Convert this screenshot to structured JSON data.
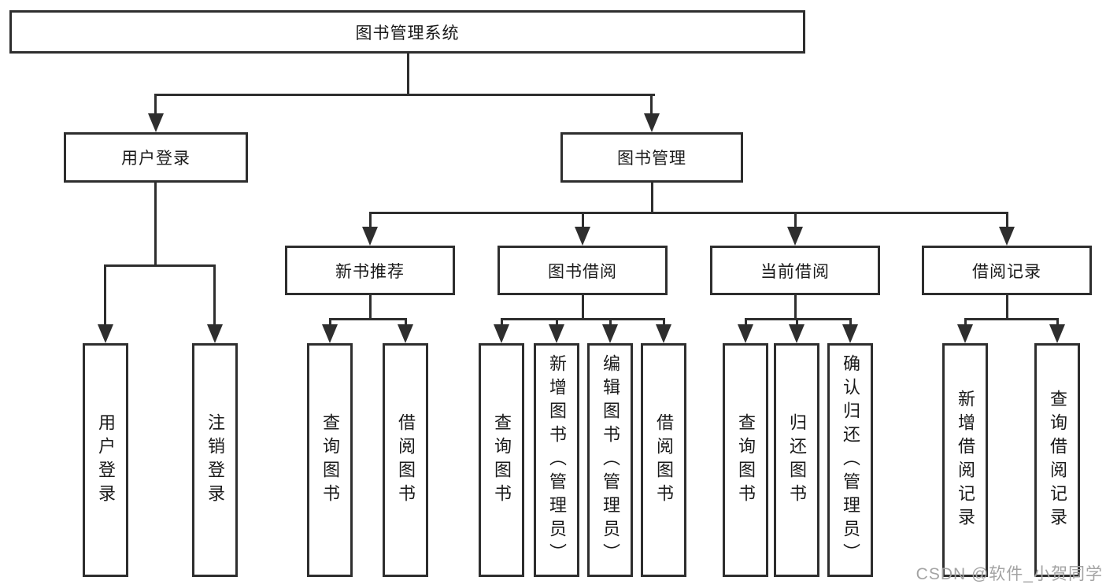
{
  "tree": {
    "root_label": "图书管理系统",
    "level2": [
      "用户登录",
      "图书管理"
    ],
    "level3": [
      "新书推荐",
      "图书借阅",
      "当前借阅",
      "借阅记录"
    ],
    "leaves": [
      "用户登录",
      "注销登录",
      "查询图书",
      "借阅图书",
      "查询图书",
      "新增图书（管理员）",
      "编辑图书（管理员）",
      "借阅图书",
      "查询图书",
      "归还图书",
      "确认归还（管理员）",
      "新增借阅记录",
      "查询借阅记录"
    ]
  },
  "watermark": "CSDN @软件_小贺同学",
  "colors": {
    "line": "#2e2e2e",
    "text": "#1a1a1a",
    "watermark": "#a3a3a3",
    "background": "#ffffff"
  }
}
